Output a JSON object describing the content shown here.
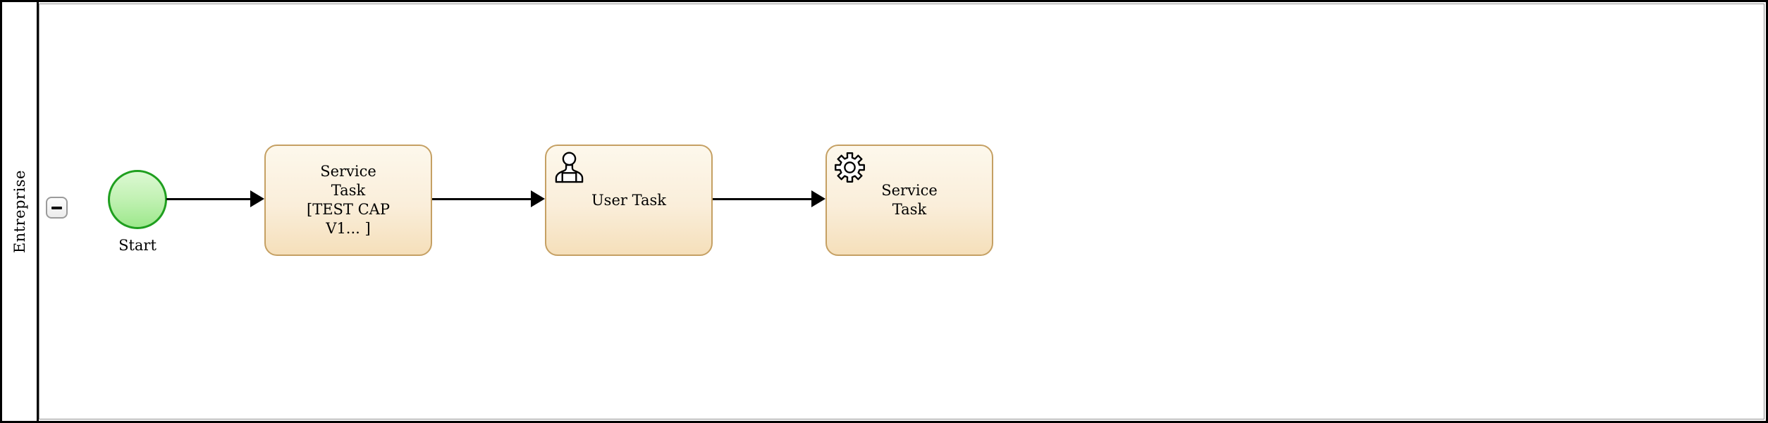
{
  "pool": {
    "label": "Entreprise"
  },
  "lane": {
    "collapse_button_symbol": "−"
  },
  "process": {
    "start_event": {
      "label": "Start"
    },
    "tasks": [
      {
        "id": "service-task-1",
        "type": "Service Task",
        "lines": [
          "Service",
          "Task",
          "[TEST CAP",
          "V1... ]"
        ]
      },
      {
        "id": "user-task",
        "type": "User Task",
        "label": "User Task",
        "icon": "user-icon"
      },
      {
        "id": "service-task-2",
        "type": "Service Task",
        "lines": [
          "Service",
          "Task"
        ],
        "icon": "gear-icon"
      }
    ],
    "flows": [
      {
        "from": "Start",
        "to": "Service Task [TEST CAP V1... ]"
      },
      {
        "from": "Service Task [TEST CAP V1... ]",
        "to": "User Task"
      },
      {
        "from": "User Task",
        "to": "Service Task"
      }
    ]
  },
  "colors": {
    "pool_border": "#000000",
    "lane_border": "#909090",
    "task_border": "#c5a063",
    "task_fill_top": "#fdf8ec",
    "task_fill_bottom": "#f5dfba",
    "start_border": "#1f9f1f",
    "start_fill_top": "#dcf8d3",
    "start_fill_bottom": "#9de88c",
    "connector": "#000000"
  }
}
